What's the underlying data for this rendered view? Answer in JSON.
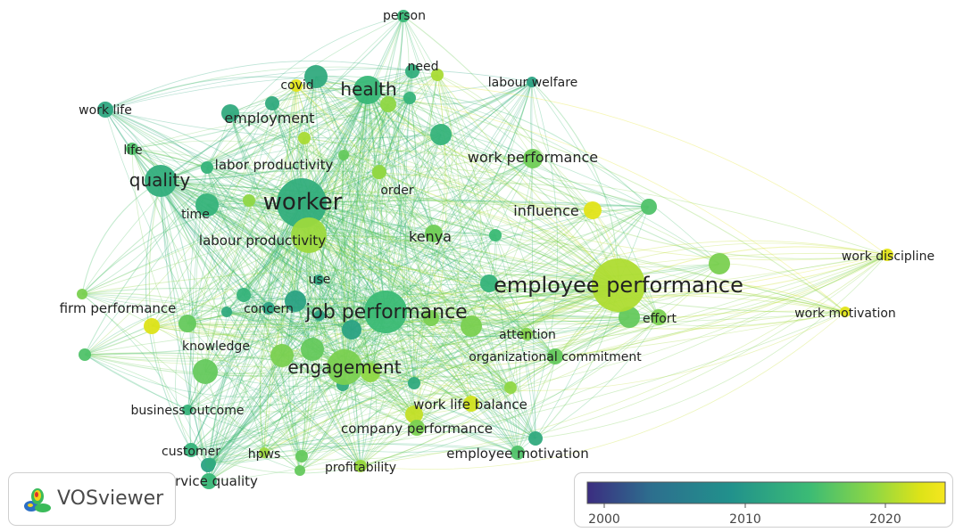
{
  "app": {
    "logo_text": "VOSviewer"
  },
  "legend": {
    "ticks": [
      "2000",
      "2010",
      "2020"
    ],
    "colors": [
      "#3b2d80",
      "#2d6f8e",
      "#21918c",
      "#3bbb75",
      "#8fd744",
      "#dde318",
      "#f5e61f"
    ]
  },
  "nodes": [
    {
      "label": "person",
      "year": 2013.5
    },
    {
      "label": "need",
      "year": 2012.5
    },
    {
      "label": "labour welfare",
      "year": 2011.0
    },
    {
      "label": "work life",
      "year": 2011.5
    },
    {
      "label": "covid",
      "year": 2021.5
    },
    {
      "label": "health",
      "year": 2013.5
    },
    {
      "label": "employment",
      "year": 2012.0
    },
    {
      "label": "life",
      "year": 2015.0
    },
    {
      "label": "labor productivity",
      "year": 2013.0
    },
    {
      "label": "quality",
      "year": 2012.5
    },
    {
      "label": "work performance",
      "year": 2016.5
    },
    {
      "label": "worker",
      "year": 2012.5
    },
    {
      "label": "order",
      "year": 2018.0
    },
    {
      "label": "time",
      "year": 2013.0
    },
    {
      "label": "influence",
      "year": 2021.5
    },
    {
      "label": "kenya",
      "year": 2016.5
    },
    {
      "label": "labour productivity",
      "year": 2018.5
    },
    {
      "label": "work discipline",
      "year": 2021.8
    },
    {
      "label": "employee performance",
      "year": 2019.2
    },
    {
      "label": "use",
      "year": 2011.5
    },
    {
      "label": "firm performance",
      "year": 2017.0
    },
    {
      "label": "concern",
      "year": 2011.0
    },
    {
      "label": "job performance",
      "year": 2014.0
    },
    {
      "label": "effort",
      "year": 2017.0
    },
    {
      "label": "work motivation",
      "year": 2021.5
    },
    {
      "label": "attention",
      "year": 2017.5
    },
    {
      "label": "knowledge",
      "year": 2016.0
    },
    {
      "label": "organizational commitment",
      "year": 2016.0
    },
    {
      "label": "engagement",
      "year": 2017.0
    },
    {
      "label": "business outcome",
      "year": 2013.0
    },
    {
      "label": "work life balance",
      "year": 2020.5
    },
    {
      "label": "company performance",
      "year": 2017.0
    },
    {
      "label": "customer",
      "year": 2013.0
    },
    {
      "label": "hpws",
      "year": 2018.5
    },
    {
      "label": "profitability",
      "year": 2018.5
    },
    {
      "label": "employee motivation",
      "year": 2015.0
    },
    {
      "label": "service quality",
      "year": 2013.5
    }
  ]
}
